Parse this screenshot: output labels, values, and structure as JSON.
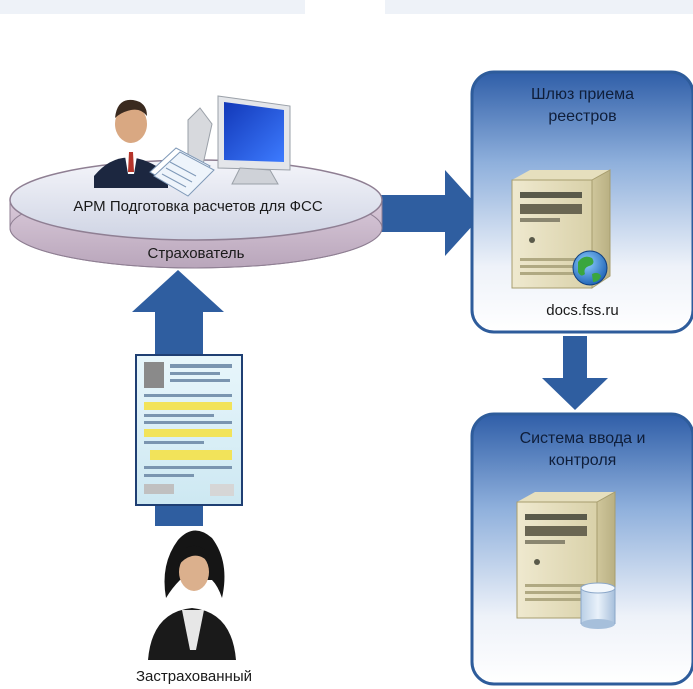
{
  "workstation": {
    "label": "АРМ Подготовка расчетов для ФСС",
    "owner": "Страхователь"
  },
  "gateway": {
    "title_line1": "Шлюз приема",
    "title_line2": "реестров",
    "host": "docs.fss.ru"
  },
  "control_system": {
    "title_line1": "Система ввода и",
    "title_line2": "контроля"
  },
  "insured": {
    "label": "Застрахованный"
  },
  "colors": {
    "arrow": "#2f5ea0",
    "box_fill_top": "#4f82c4",
    "box_fill_bottom": "#e8eef8",
    "box_stroke": "#2e5c9b",
    "disk_top": "#dfe3ee",
    "disk_side": "#c8b8c8"
  }
}
